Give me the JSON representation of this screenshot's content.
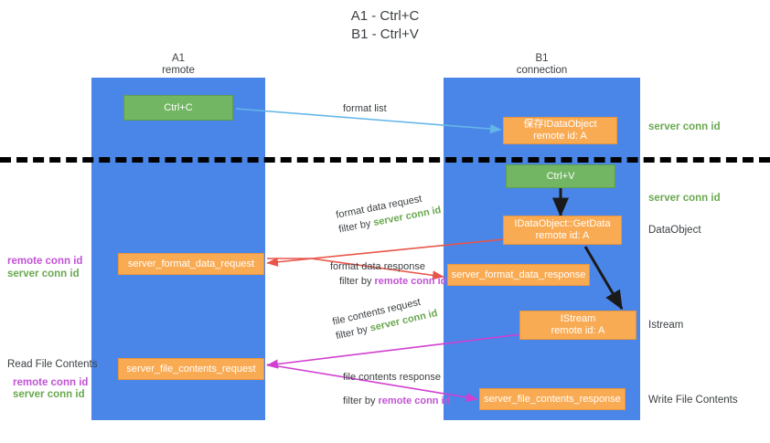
{
  "title": {
    "line1": "A1 - Ctrl+C",
    "line2": "B1 - Ctrl+V"
  },
  "columns": [
    {
      "name": "A1",
      "sub": "remote"
    },
    {
      "name": "B1",
      "sub": "connection"
    }
  ],
  "boxes": {
    "ctrl_c": {
      "line1": "Ctrl+C",
      "line2": ""
    },
    "ctrl_v": {
      "line1": "Ctrl+V",
      "line2": ""
    },
    "save_idataobject": {
      "line1": "保存IDataObject",
      "line2": "remote id: A"
    },
    "getdata": {
      "line1": "IDataObject::GetData",
      "line2": "remote id: A"
    },
    "istream": {
      "line1": "IStream",
      "line2": "remote id: A"
    },
    "server_format_data_request": {
      "line1": "server_format_data_request",
      "line2": ""
    },
    "server_format_data_response": {
      "line1": "server_format_data_response",
      "line2": ""
    },
    "server_file_contents_request": {
      "line1": "server_file_contents_request",
      "line2": ""
    },
    "server_file_contents_response": {
      "line1": "server_file_contents_response",
      "line2": ""
    }
  },
  "right_labels": {
    "server_conn_id_1": "server conn id",
    "server_conn_id_2": "server conn id",
    "dataobject": "DataObject",
    "istream": "Istream",
    "write_file_contents": "Write File Contents"
  },
  "left_labels": {
    "remote_conn_id_1": "remote conn id",
    "server_conn_id_1": "server conn id",
    "read_file_contents": "Read File Contents",
    "remote_conn_id_2": "remote conn id",
    "server_conn_id_2": "server conn id"
  },
  "edges": {
    "format_list": "format list",
    "format_data_request": {
      "line1": "format data request",
      "prefix": "filter by ",
      "highlight": "server conn id"
    },
    "format_data_response": {
      "line1": "format data response",
      "prefix": "filter by ",
      "highlight": "remote conn id"
    },
    "file_contents_request": {
      "line1": "file contents request",
      "prefix": "filter by ",
      "highlight": "server conn id"
    },
    "file_contents_response": {
      "line1": "file contents response",
      "prefix": "filter by ",
      "highlight": "remote conn id"
    }
  },
  "colors": {
    "lane": "#4a86e8",
    "box_green": "#72b562",
    "box_orange": "#f9ab54",
    "server_conn": "#6aa84f",
    "remote_conn": "#c252d4",
    "arrow_red": "#e8564a",
    "arrow_magenta": "#d13fd1",
    "arrow_blue": "#63b6e8",
    "arrow_dark": "#1a1a1a"
  }
}
